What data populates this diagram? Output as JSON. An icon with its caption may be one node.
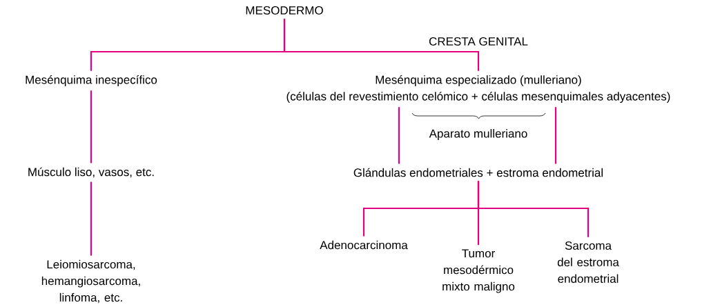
{
  "diagram": {
    "nodes": [
      {
        "text": [
          "MESODERMO"
        ]
      },
      {
        "text": [
          "Mesénquima inespecífico"
        ]
      },
      {
        "text": [
          "Mesénquima especializado (mulleriano)",
          "(células del revestimiento celómico + células mesenquimales adyacentes)"
        ]
      },
      {
        "text": [
          "Músculo liso, vasos, etc."
        ]
      },
      {
        "text": [
          "Glándulas endometriales + estroma endometrial"
        ]
      },
      {
        "text": [
          "Leiomiosarcoma, hemangiosarcoma, linfoma, etc."
        ]
      },
      {
        "text": [
          "Adenocarcinoma"
        ]
      },
      {
        "text": [
          "Tumor mesodérmico mixto maligno"
        ]
      },
      {
        "text": [
          "Sarcoma del estroma endometrial"
        ]
      }
    ],
    "edges": [
      {
        "from": 0,
        "to": 1,
        "arrow": "none"
      },
      {
        "from": 0,
        "to": 2,
        "arrow": "none",
        "label": "CRESTA GENITAL"
      },
      {
        "from": 1,
        "to": 3,
        "arrow": "none"
      },
      {
        "from": 3,
        "to": 5,
        "arrow": "none"
      },
      {
        "from": 2,
        "to": 4,
        "arrow": "none"
      },
      {
        "from": 2,
        "to": 4,
        "arrow": "none"
      },
      {
        "from": 4,
        "to": 6,
        "arrow": "none"
      },
      {
        "from": 4,
        "to": 7,
        "arrow": "none"
      },
      {
        "from": 4,
        "to": 8,
        "arrow": "none"
      }
    ],
    "labels": [
      "Aparato mulleriano"
    ]
  }
}
